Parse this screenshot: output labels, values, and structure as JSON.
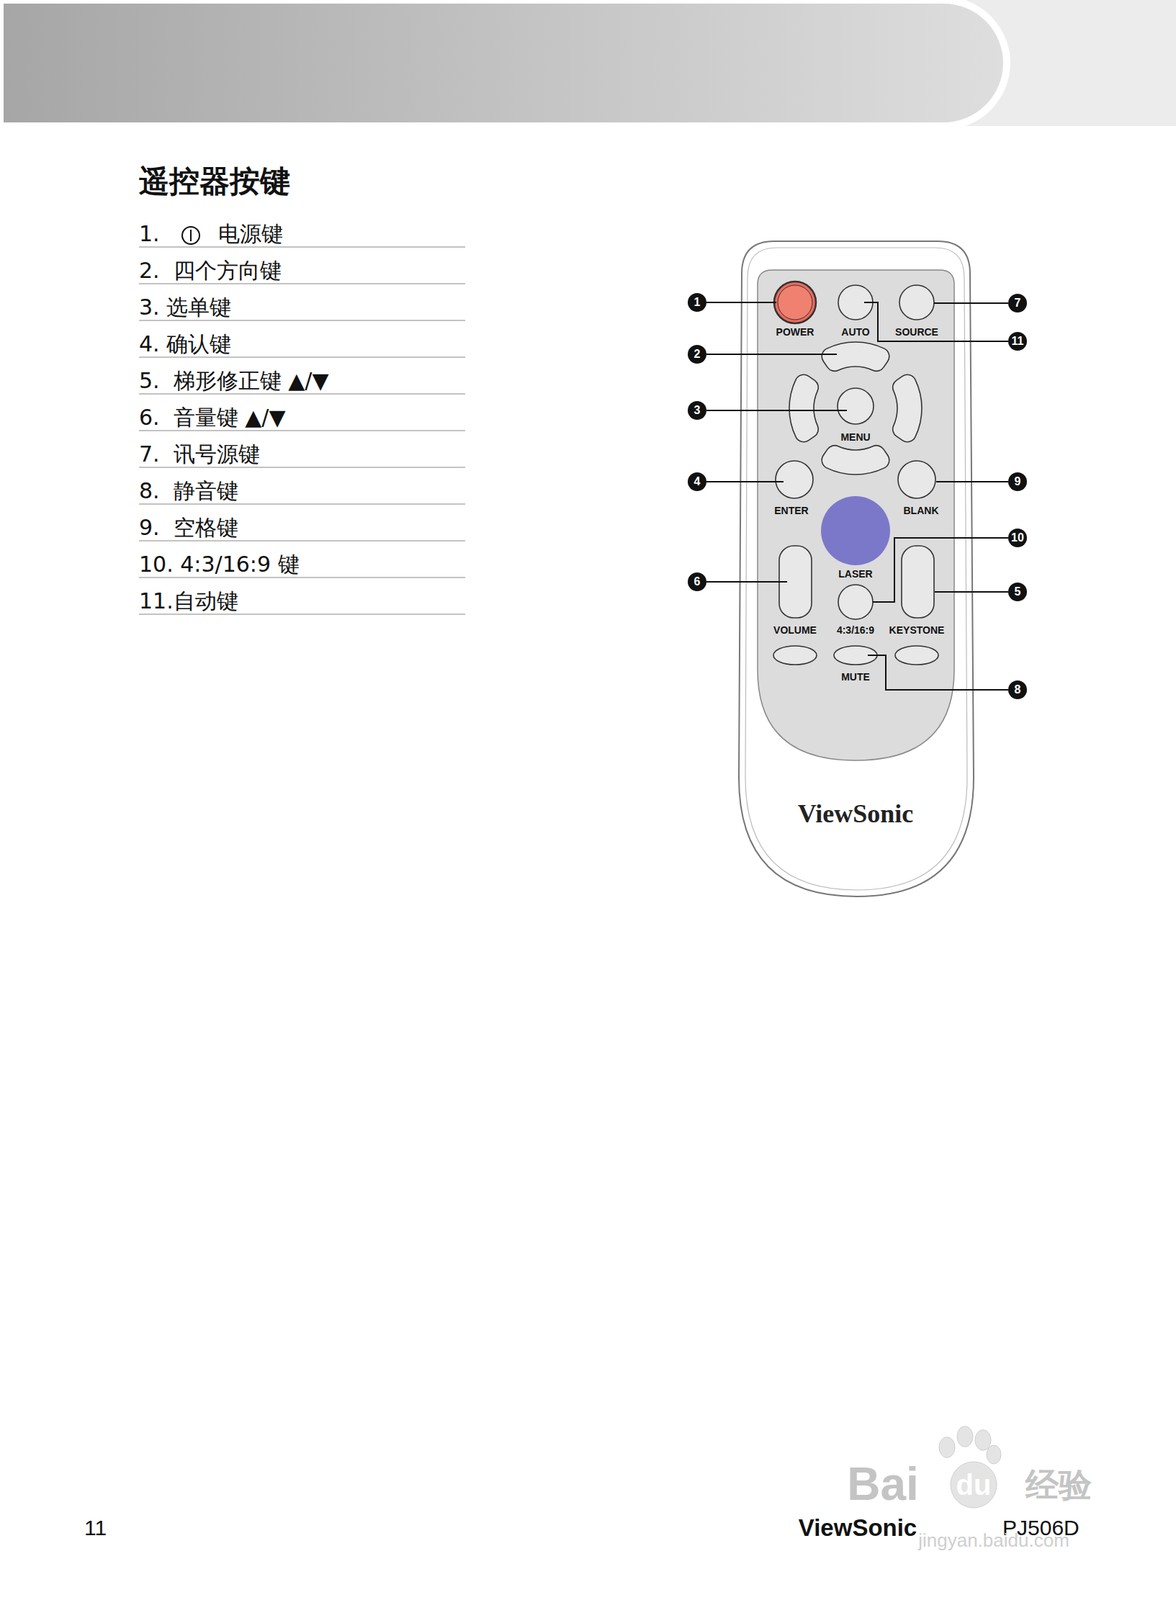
{
  "diagram": {
    "title": "遥控器按键",
    "labels": [
      "1.",
      "电源键",
      "2.  四个方向键",
      "3. 选单键",
      "4. 确认键",
      "5.  梯形修正键 ▲/▼",
      "6.  音量键 ▲/▼",
      "7.  讯号源键",
      "8.  静音键",
      "9.  空格键",
      "10. 4:3/16:9 键",
      "11.自动键",
      "POWER",
      "AUTO",
      "SOURCE",
      "MENU",
      "ENTER",
      "BLANK",
      "LASER",
      "VOLUME",
      "4:3/16:9",
      "KEYSTONE",
      "MUTE",
      "ViewSonic",
      "1",
      "2",
      "3",
      "4",
      "6",
      "7",
      "11",
      "9",
      "10",
      "5",
      "8",
      "11",
      "ViewSonic",
      "PJ506D",
      "Bai",
      "du",
      "经验",
      "jingyan.baidu.com"
    ]
  }
}
